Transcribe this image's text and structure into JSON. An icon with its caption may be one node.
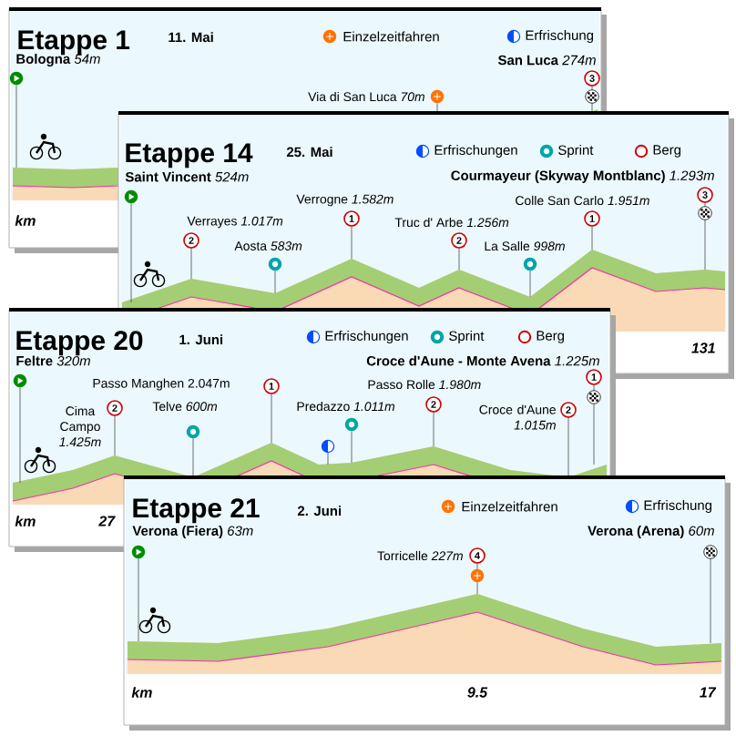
{
  "diagram": {
    "labels": [
      "Etappe 1",
      "11. Mai",
      "**Bologna** *54m*",
      "**San Luca** *274m*",
      "3",
      "Via di San Luca *70m*",
      "km",
      "Etappe 14",
      "25. Mai",
      "**Saint Vincent** *524m*",
      "**Courmayeur (Skyway Montblanc)** *1.293m*",
      "Verrogne *1.582m*",
      "Colle San Carlo *1.951m*",
      "3",
      "Verrayes *1.017m*",
      "1",
      "Truc d' Arbe *1.256m*",
      "1",
      "2",
      "Aosta *583m*",
      "2",
      "La Salle *998m*",
      "131",
      "Etappe 20",
      "1. Juni",
      "**Feltre** *320m*",
      "**Croce d'Aune - Monte Avena** *1.225m*",
      "Passo Manghen 2.047m",
      "1",
      "Passo Rolle *1.980m*",
      "1",
      "Cima Campo *1.425m*",
      "2",
      "Telve *600m*",
      "Predazzo *1.011m*",
      "2",
      "Croce d'Aune *1.015m*",
      "2",
      "km",
      "27",
      "Etappe 21",
      "2. Juni",
      "**Verona (Fiera)** *63m*",
      "**Verona (Arena)** *60m*",
      "Torricelle *227m*",
      "4",
      "km",
      "9.5",
      "17"
    ],
    "legend": [
      {
        "text": "Einzelzeitfahren"
      },
      {
        "text": "Erfrischung"
      },
      {
        "text": "Erfrischungen"
      },
      {
        "text": "Sprint"
      },
      {
        "text": "Berg"
      },
      {
        "text": "Erfrischungen"
      },
      {
        "text": "Sprint"
      },
      {
        "text": "Berg"
      },
      {
        "text": "Einzelzeitfahren"
      },
      {
        "text": "Erfrischung"
      }
    ]
  }
}
